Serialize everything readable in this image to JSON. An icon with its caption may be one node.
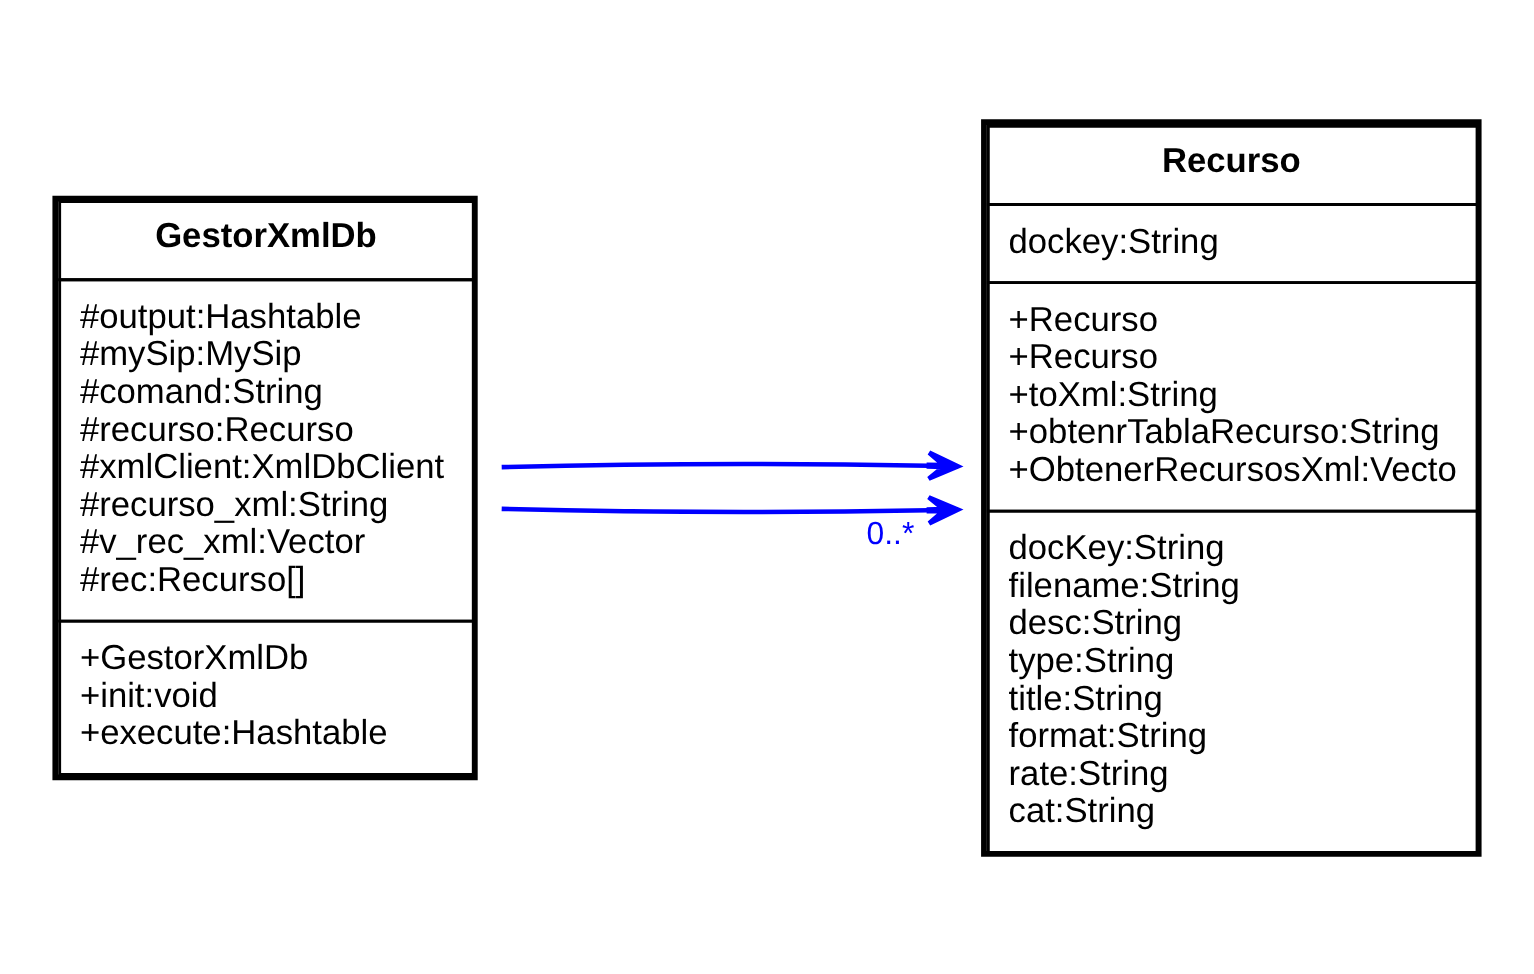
{
  "diagram": {
    "nodes": [
      {
        "text": [
          "GestorXmlDb",
          "#output:Hashtable",
          "#mySip:MySip",
          "#comand:String",
          "#recurso:Recurso",
          "#xmlClient:XmlDbClient",
          "#recurso_xml:String",
          "#v_rec_xml:Vector",
          "#rec:Recurso[]",
          "+GestorXmlDb",
          "+init:void",
          "+execute:Hashtable"
        ]
      },
      {
        "text": [
          "Recurso",
          "dockey:String",
          "+Recurso",
          "+Recurso",
          "+toXml:String",
          "+obtenrTablaRecurso:String",
          "+ObtenerRecursosXml:Vecto",
          "docKey:String",
          "filename:String",
          "desc:String",
          "type:String",
          "title:String",
          "format:String",
          "rate:String",
          "cat:String"
        ]
      }
    ],
    "edges": [
      {
        "from": 0,
        "to": 1,
        "arrow": "to",
        "label": "0..*"
      },
      {
        "from": 0,
        "to": 1,
        "arrow": "to"
      }
    ]
  }
}
